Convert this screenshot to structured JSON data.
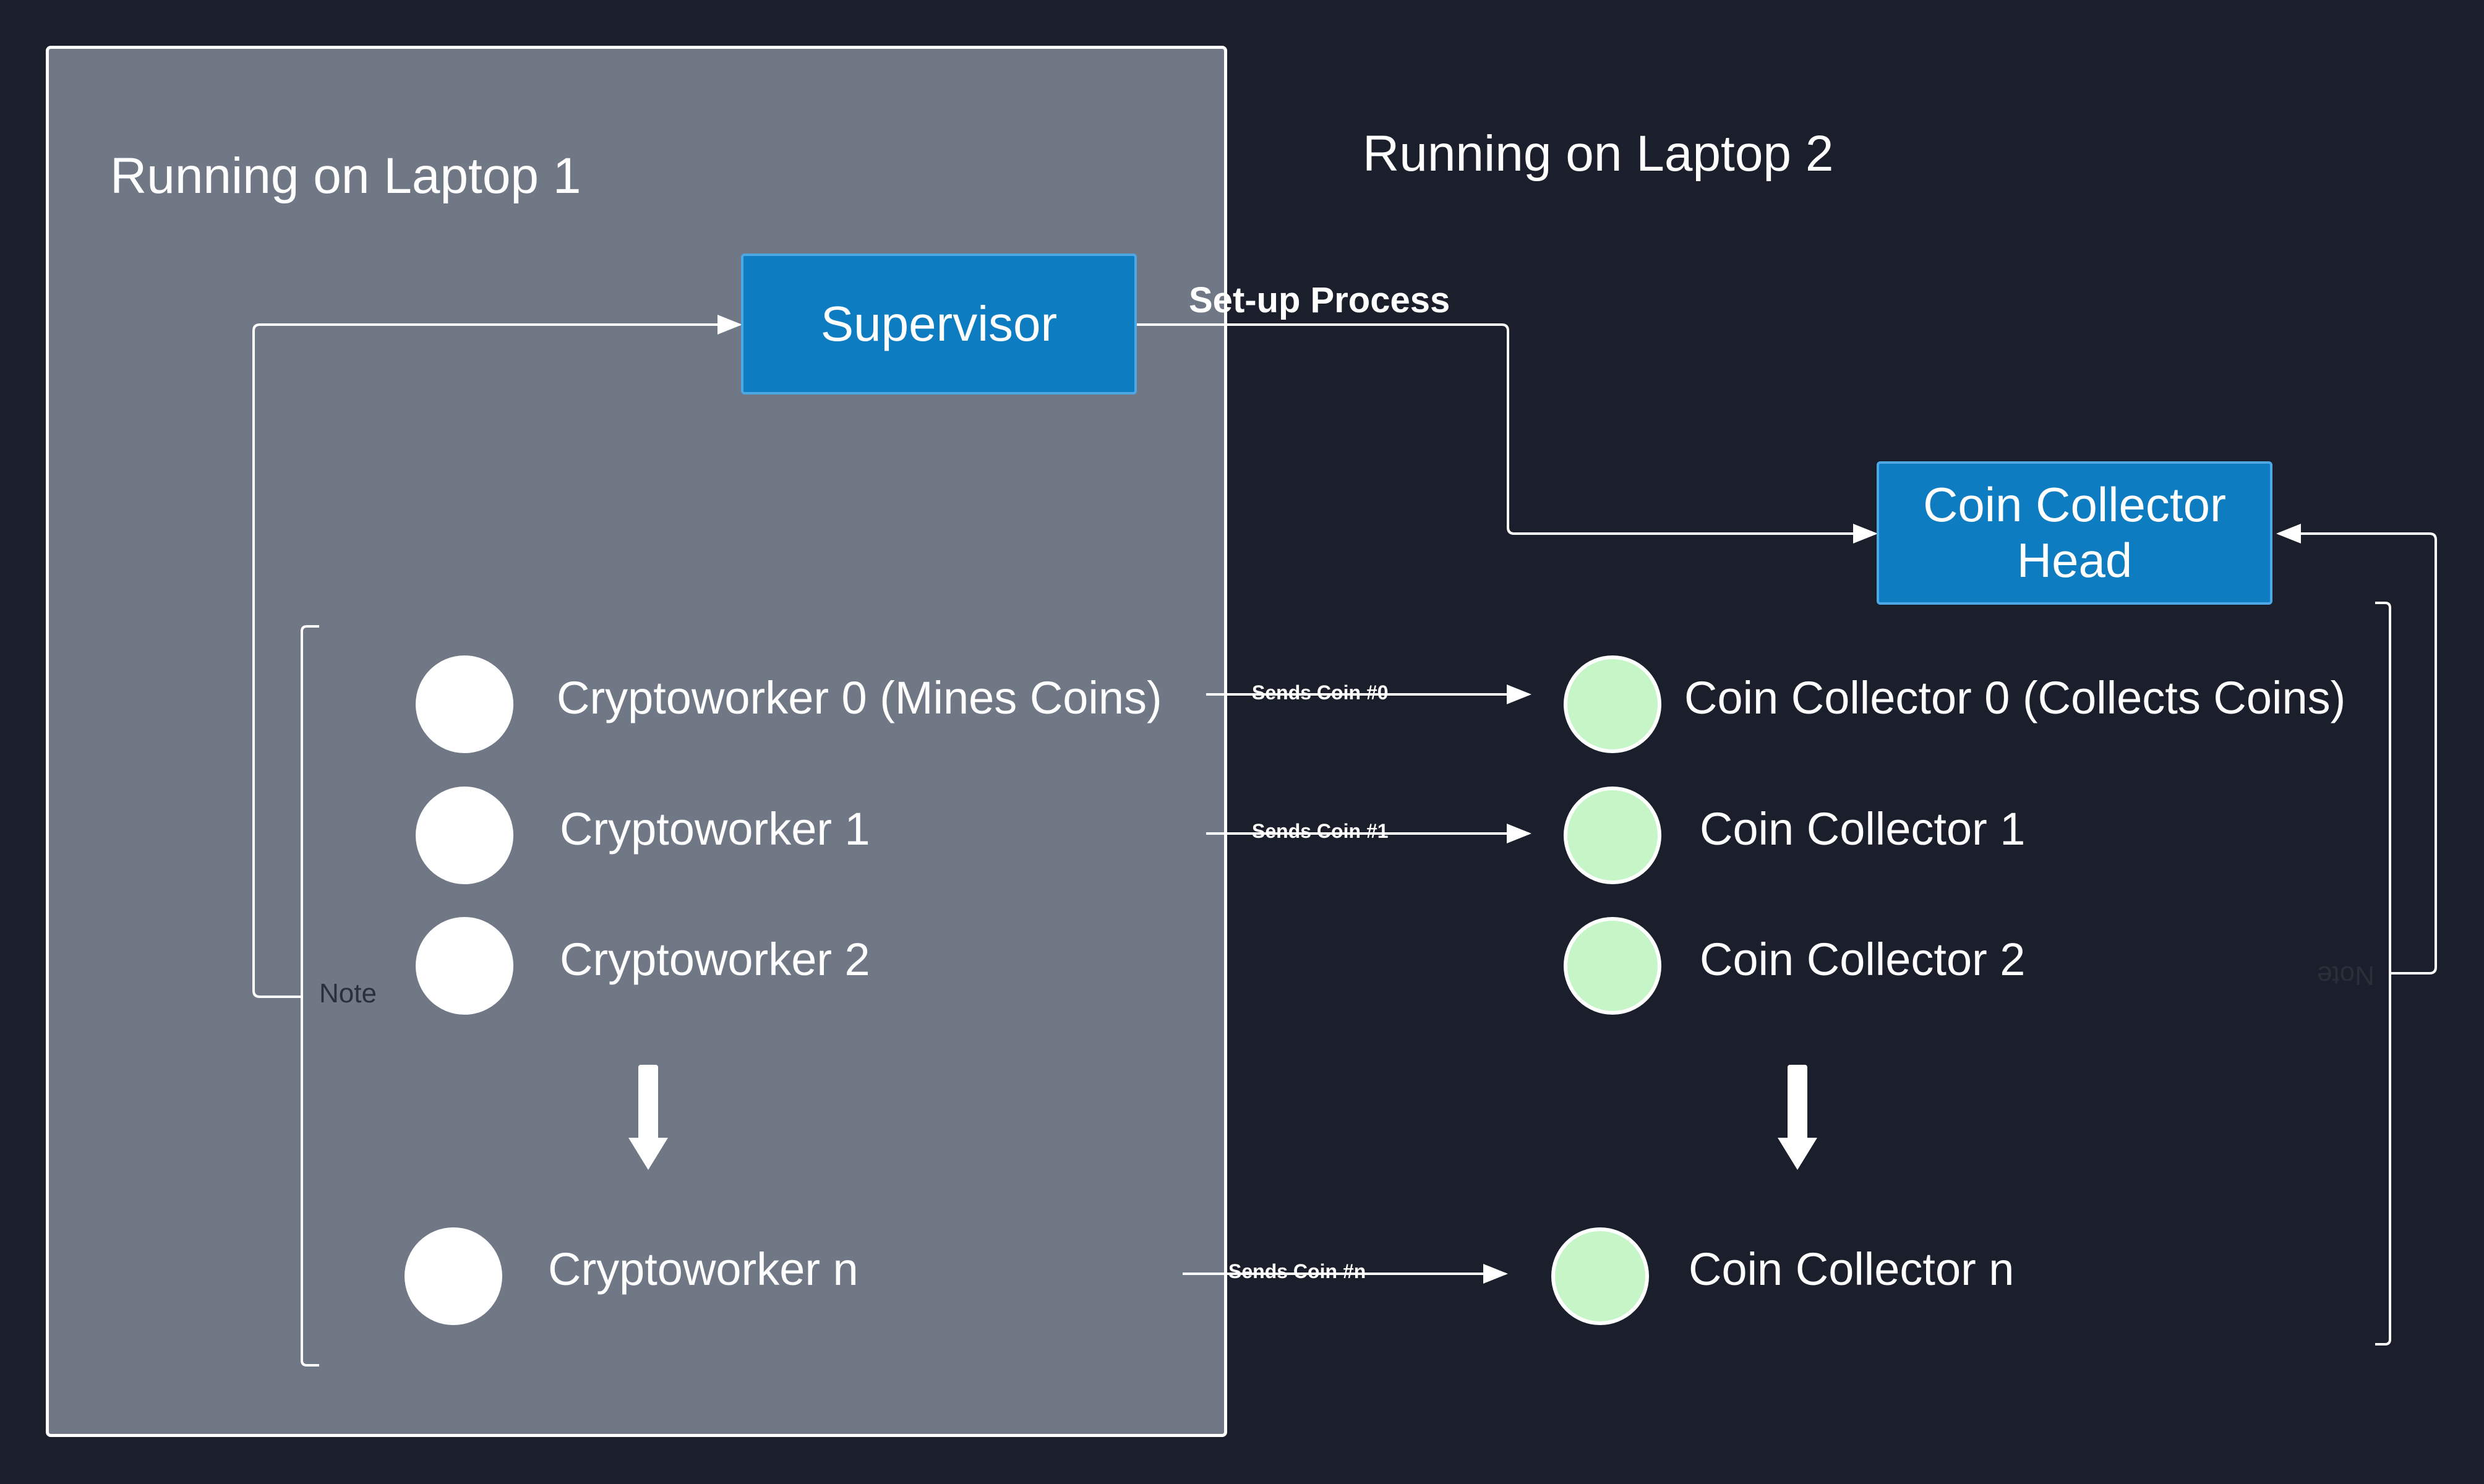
{
  "laptop1": {
    "title": "Running on Laptop 1"
  },
  "laptop2": {
    "title": "Running on Laptop 2"
  },
  "supervisor": {
    "label": "Supervisor"
  },
  "collector_head": {
    "label_line1": "Coin Collector",
    "label_line2": "Head"
  },
  "setup": {
    "label": "Set-up Process"
  },
  "workers": [
    {
      "label": "Cryptoworker 0 (Mines Coins)"
    },
    {
      "label": "Cryptoworker 1"
    },
    {
      "label": "Cryptoworker 2"
    },
    {
      "label": "Cryptoworker n"
    }
  ],
  "collectors": [
    {
      "label": "Coin Collector 0 (Collects Coins)"
    },
    {
      "label": "Coin Collector 1"
    },
    {
      "label": "Coin Collector 2"
    },
    {
      "label": "Coin Collector n"
    }
  ],
  "transfers": [
    {
      "label": "Sends Coin #0"
    },
    {
      "label": "Sends Coin #1"
    },
    {
      "label": "Sends Coin #n"
    }
  ],
  "notes": {
    "left": "Note",
    "right": "Note"
  },
  "colors": {
    "background": "#1b1f2b",
    "laptop1_panel": "#707785",
    "box_fill": "#0d7cc1",
    "collector_fill": "#c6f6c8",
    "line": "#ffffff"
  }
}
